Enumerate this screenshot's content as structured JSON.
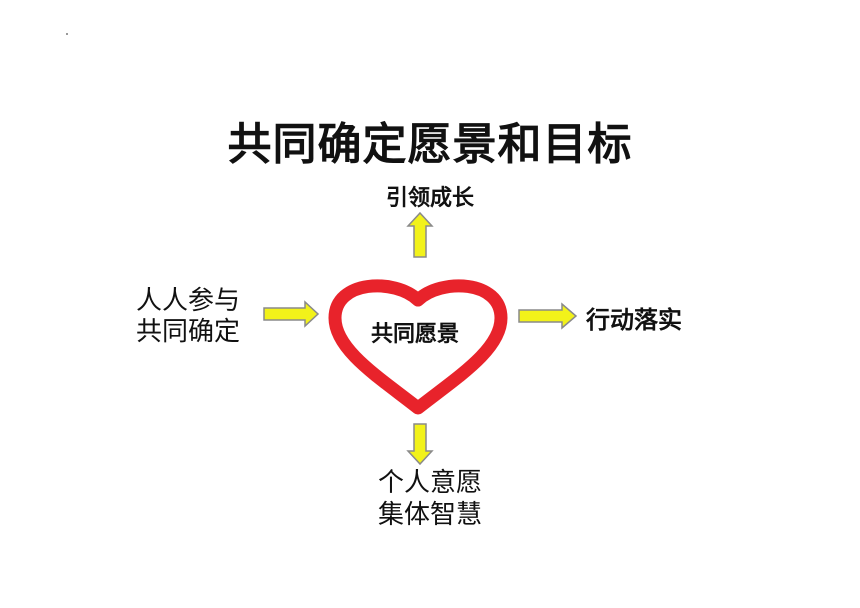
{
  "title": "共同确定愿景和目标",
  "center_label": "共同愿景",
  "top_label": "引领成长",
  "right_label": "行动落实",
  "left_label": {
    "line1": "人人参与",
    "line2": "共同确定"
  },
  "bottom_label": {
    "line1": "个人意愿",
    "line2": "集体智慧"
  },
  "colors": {
    "heart": "#e8232b",
    "arrow_fill": "#f2f21a",
    "arrow_stroke": "#8a8a8a"
  }
}
